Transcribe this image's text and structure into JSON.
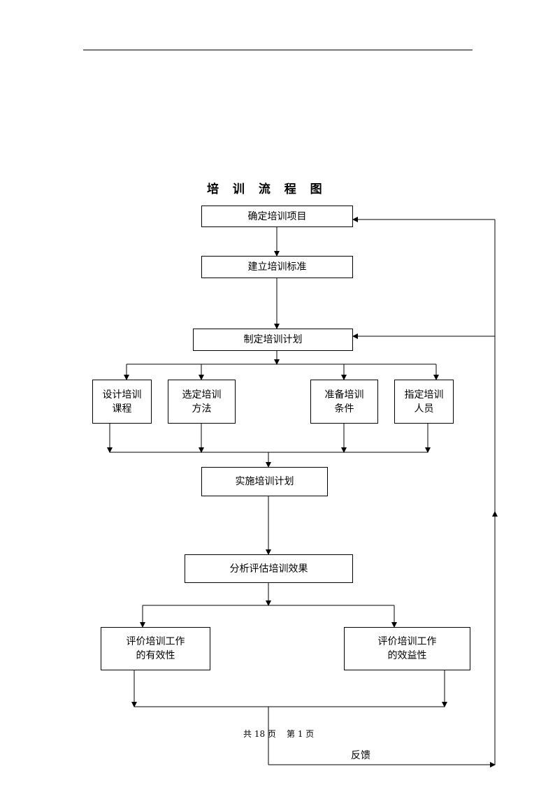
{
  "title": "培 训 流 程 图",
  "boxes": {
    "b1": "确定培训项目",
    "b2": "建立培训标准",
    "b3": "制定培训计划",
    "b4": "设计培训课程",
    "b5": "选定培训方法",
    "b6": "准备培训条件",
    "b7": "指定培训人员",
    "b8": "实施培训计划",
    "b9": "分析评估培训效果",
    "b10": "评价培训工作的有效性",
    "b11": "评价培训工作的效益性"
  },
  "feedback_label": "反馈",
  "footer": {
    "total_pages": "共 18 页",
    "current_page": "第 1 页"
  }
}
